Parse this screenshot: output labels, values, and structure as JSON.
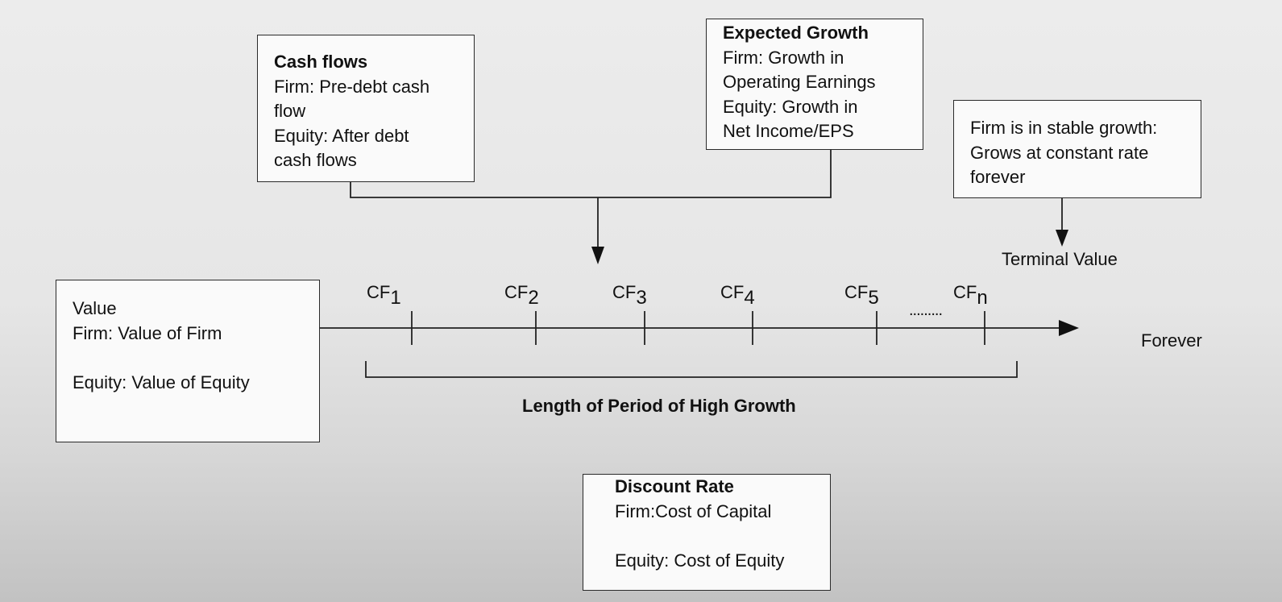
{
  "cash_flows": {
    "title": "Cash flows",
    "lines": [
      "Firm: Pre-debt cash",
      "flow",
      "Equity: After debt",
      "cash flows"
    ]
  },
  "expected_growth": {
    "title": "Expected Growth",
    "lines": [
      "Firm: Growth in",
      "Operating Earnings",
      "Equity: Growth in",
      "Net Income/EPS"
    ]
  },
  "stable_growth": {
    "lines": [
      "Firm is in stable growth:",
      "Grows at constant rate",
      "forever"
    ]
  },
  "terminal_value": "Terminal Value",
  "value_box": {
    "lines": [
      "Value",
      "Firm: Value of Firm",
      "",
      "Equity: Value of Equity"
    ]
  },
  "timeline": {
    "cash_flows": [
      {
        "base": "CF",
        "sub": "1"
      },
      {
        "base": "CF",
        "sub": "2"
      },
      {
        "base": "CF",
        "sub": "3"
      },
      {
        "base": "CF",
        "sub": "4"
      },
      {
        "base": "CF",
        "sub": "5"
      },
      {
        "base": "CF",
        "sub": "n"
      }
    ],
    "ellipsis": ".........",
    "forever": "Forever",
    "period_label": "Length of Period of High Growth"
  },
  "discount_rate": {
    "title": "Discount Rate",
    "lines": [
      "Firm:Cost of Capital",
      "",
      "Equity: Cost of Equity"
    ]
  }
}
